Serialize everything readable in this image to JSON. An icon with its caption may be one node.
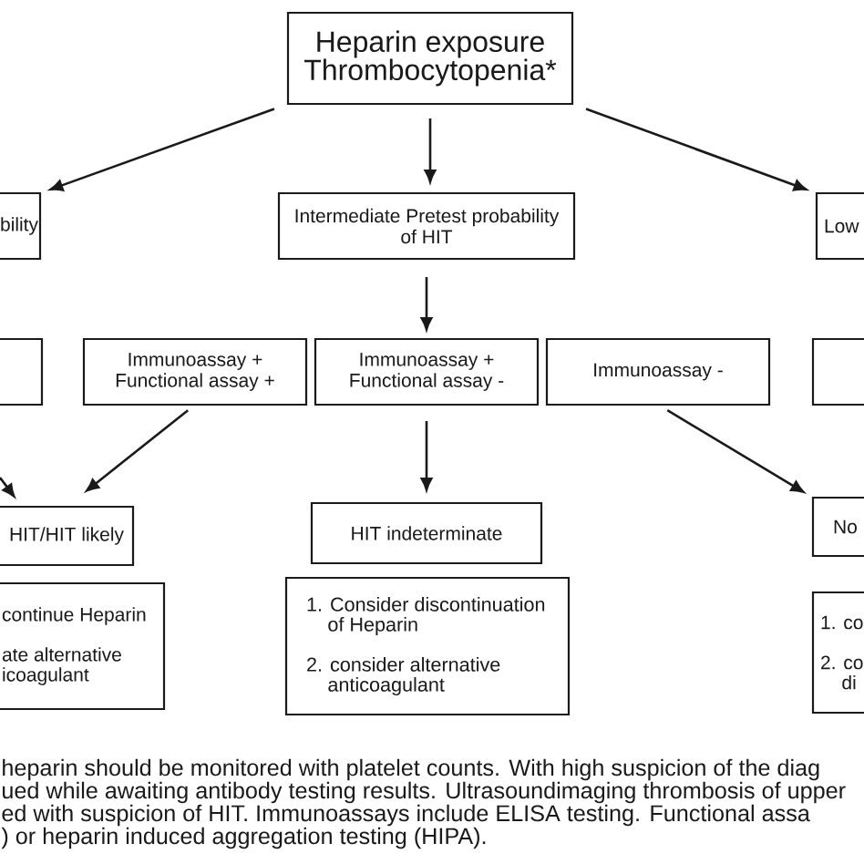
{
  "diagram": {
    "nodes": [
      {
        "text": [
          "Heparin exposure Thrombocytopenia*"
        ]
      },
      {
        "text": [
          "bility"
        ]
      },
      {
        "text": [
          "Intermediate Pretest probability of HIT"
        ]
      },
      {
        "text": [
          "Low"
        ]
      },
      {
        "text": [],
        "shape": "box"
      },
      {
        "text": [
          "Immunoassay + Functional assay +"
        ]
      },
      {
        "text": [
          "Immunoassay + Functional assay -"
        ]
      },
      {
        "text": [
          "Immunoassay -"
        ]
      },
      {
        "text": [],
        "shape": "box"
      },
      {
        "text": [
          "HIT/HIT likely"
        ]
      },
      {
        "text": [
          "HIT indeterminate"
        ]
      },
      {
        "text": [
          "No"
        ]
      },
      {
        "text": [
          "continue Heparin",
          "ate alternative icoagulant"
        ]
      },
      {
        "text": [
          "1. Consider discontinuation of Heparin",
          "2. consider alternative anticoagulant"
        ]
      },
      {
        "text": [
          "1. co",
          "2. co di"
        ]
      }
    ],
    "edges": [
      {
        "from": 0,
        "to": 1,
        "arrow": "to"
      },
      {
        "from": 0,
        "to": 2,
        "arrow": "to"
      },
      {
        "from": 0,
        "to": 3,
        "arrow": "to"
      },
      {
        "from": 2,
        "to": 6,
        "arrow": "to"
      },
      {
        "from": 5,
        "to": 9,
        "arrow": "to"
      },
      {
        "from": null,
        "to": 9,
        "arrow": "to"
      },
      {
        "from": 6,
        "to": 10,
        "arrow": "to"
      },
      {
        "from": 7,
        "to": 11,
        "arrow": "to"
      }
    ],
    "labels": [
      "heparin should be monitored with platelet counts. With high suspicion of the diag",
      "ued while awaiting antibody testing results. Ultrasoundimaging thrombosis of upper",
      "ed with suspicion of HIT. Immunoassays include ELISA testing. Functional assa",
      ") or heparin induced aggregation testing (HIPA)."
    ]
  }
}
